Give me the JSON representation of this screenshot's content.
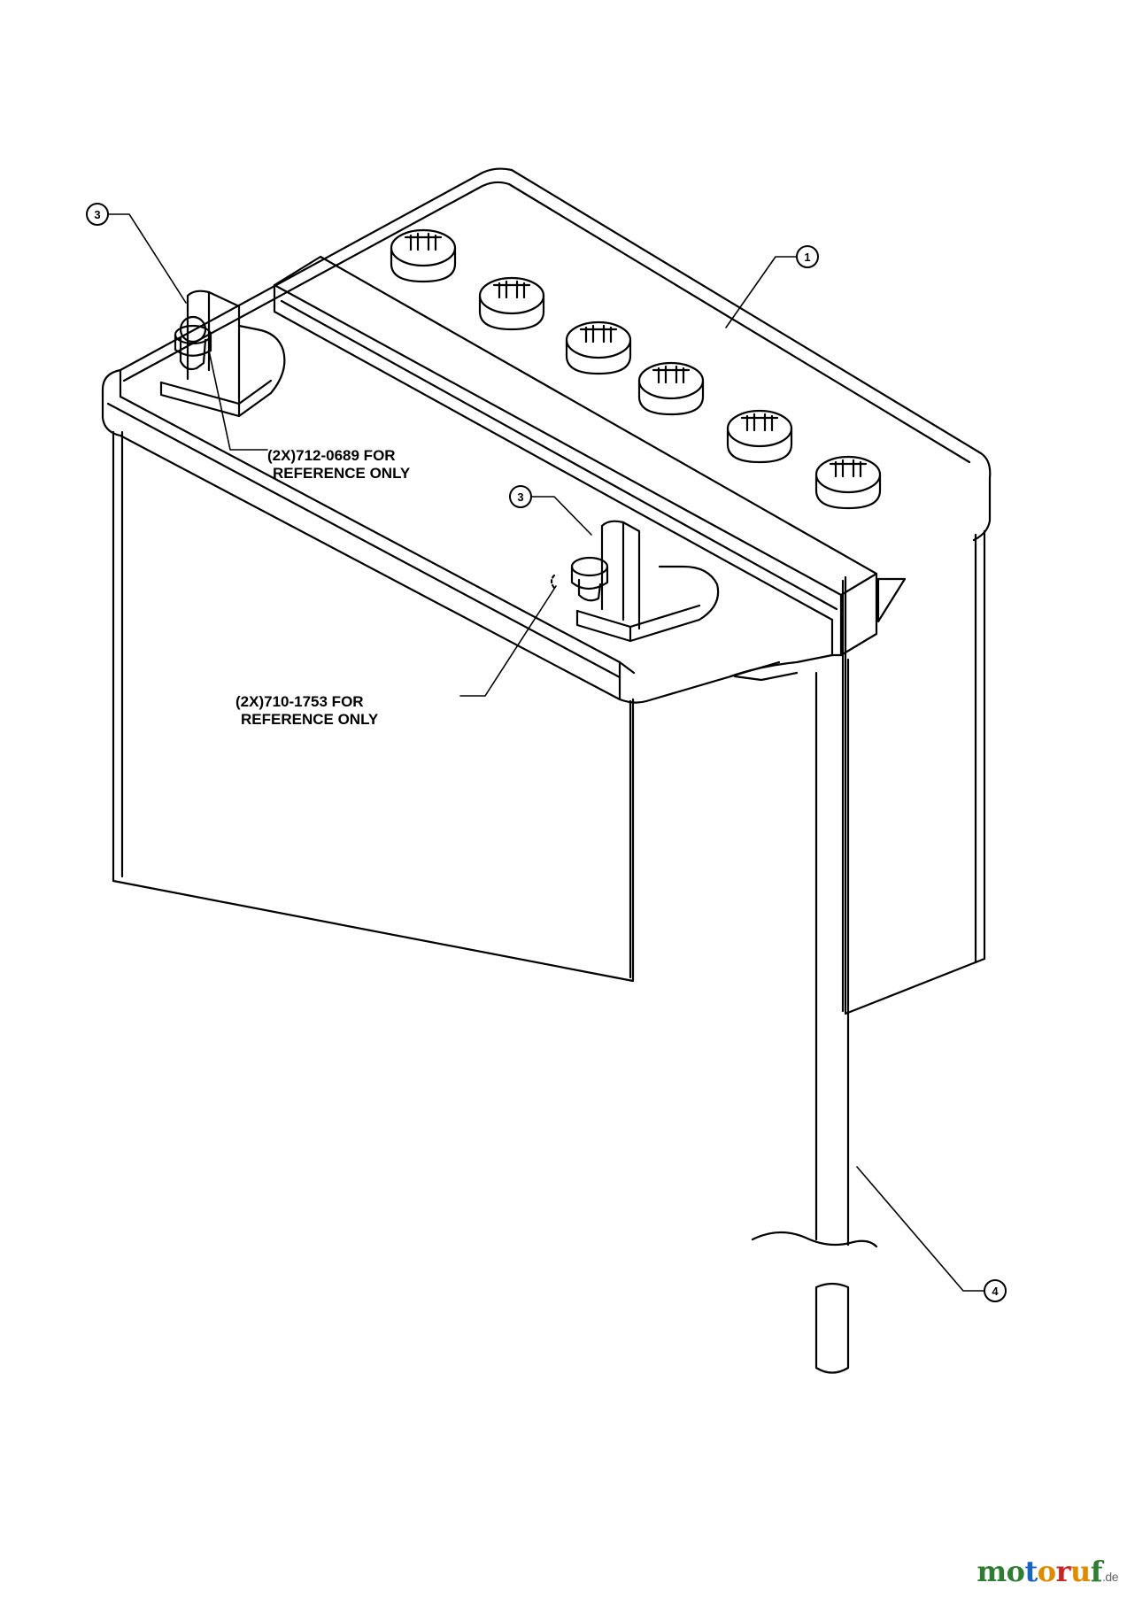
{
  "callouts": [
    {
      "id": "callout-1",
      "number": "1"
    },
    {
      "id": "callout-3-left",
      "number": "3"
    },
    {
      "id": "callout-3-right",
      "number": "3"
    },
    {
      "id": "callout-4",
      "number": "4"
    }
  ],
  "notes": {
    "left_line1": "(2X)712-0689 FOR",
    "left_line2": "REFERENCE ONLY",
    "right_line1": "(2X)710-1753 FOR",
    "right_line2": "REFERENCE ONLY"
  },
  "watermark": {
    "text": "motoruf",
    "suffix": ".de",
    "letter_colors": [
      "#2f7d32",
      "#2f7d32",
      "#1565c0",
      "#e08a00",
      "#c62828",
      "#e08a00",
      "#2f7d32"
    ]
  }
}
